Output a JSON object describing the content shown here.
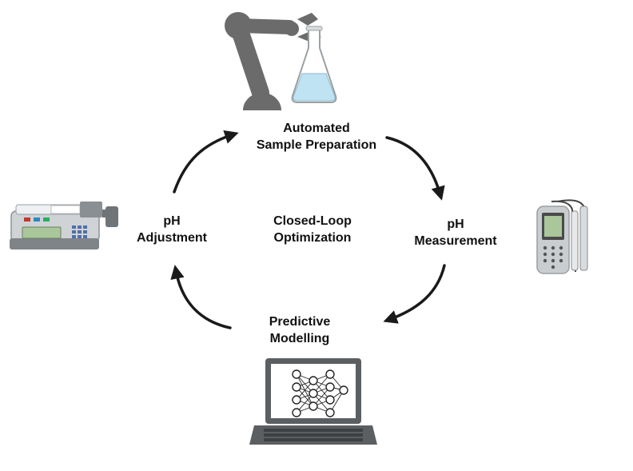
{
  "diagram": {
    "center": {
      "line1": "Closed-Loop",
      "line2": "Optimization"
    },
    "steps": [
      {
        "line1": "Automated",
        "line2": "Sample Preparation",
        "icon": "robot-arm-flask-icon"
      },
      {
        "line1": "pH",
        "line2": "Measurement",
        "icon": "ph-meter-icon"
      },
      {
        "line1": "Predictive",
        "line2": "Modelling",
        "icon": "laptop-neural-network-icon"
      },
      {
        "line1": "pH",
        "line2": "Adjustment",
        "icon": "syringe-pump-icon"
      }
    ],
    "colors": {
      "text": "#111111",
      "arrow": "#1a1a1a",
      "device_gray": "#6b6b6b",
      "flask_liquid": "#bfe3f2",
      "screen_green": "#a9c79a",
      "pump_body": "#cfd3d6"
    }
  }
}
